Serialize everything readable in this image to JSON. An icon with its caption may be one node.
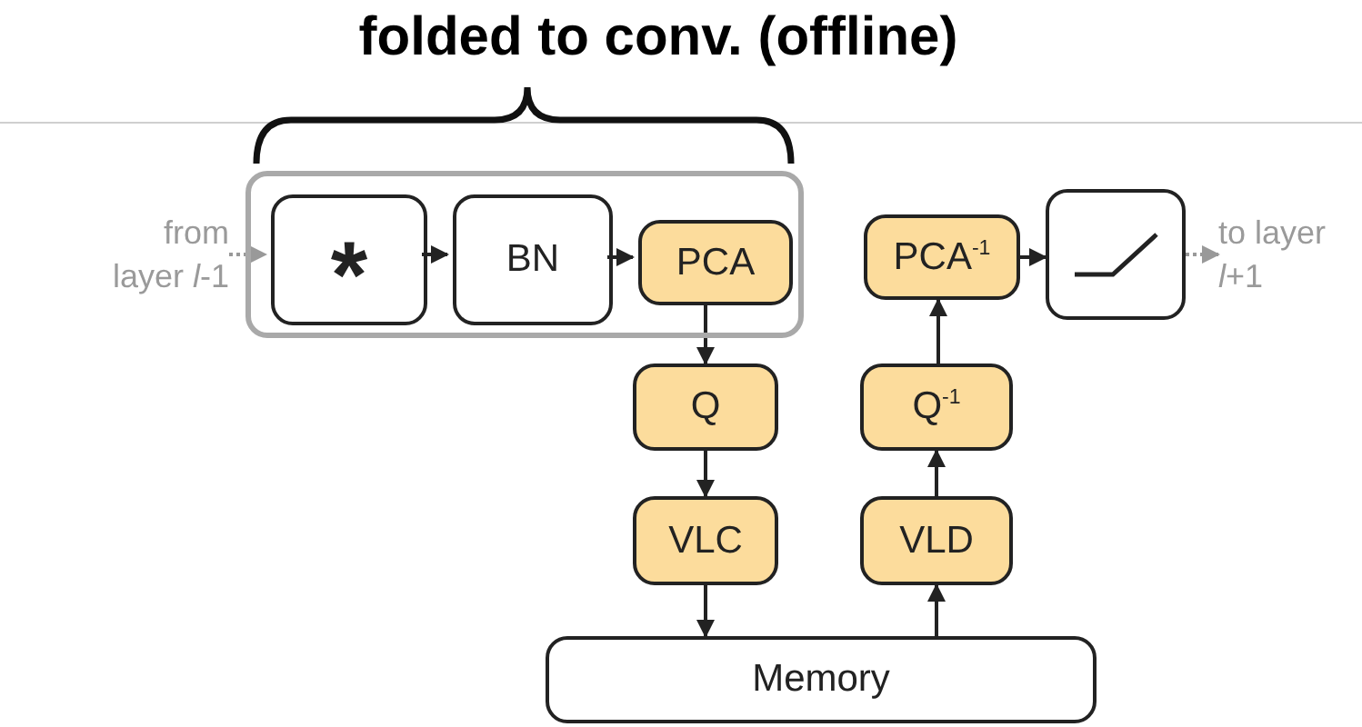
{
  "diagram": {
    "nodes": [
      {
        "text": [
          "folded to conv. (offline)"
        ]
      },
      {
        "text": [
          "*"
        ],
        "in": 0
      },
      {
        "text": [
          "BN"
        ],
        "in": 0
      },
      {
        "text": [
          "PCA"
        ],
        "in": 0
      },
      {
        "text": [
          "PCA$^{-1}$"
        ]
      },
      {
        "text": [],
        "shape": "box"
      },
      {
        "text": [
          "Q"
        ]
      },
      {
        "text": [
          "Q$^{-1}$"
        ]
      },
      {
        "text": [
          "VLC"
        ]
      },
      {
        "text": [
          "VLD"
        ]
      },
      {
        "text": [
          "Memory"
        ]
      },
      {
        "text": [
          "from layer *l*-1"
        ]
      },
      {
        "text": [
          "to layer *l*+1"
        ]
      }
    ],
    "edges": [
      {
        "from": 11,
        "to": 1,
        "arrow": "to",
        "style": "dashed",
        "color": "#999999"
      },
      {
        "from": 1,
        "to": 2,
        "arrow": "to"
      },
      {
        "from": 2,
        "to": 3,
        "arrow": "to"
      },
      {
        "from": 3,
        "to": 6,
        "arrow": "to"
      },
      {
        "from": 6,
        "to": 8,
        "arrow": "to"
      },
      {
        "from": 8,
        "to": 10,
        "arrow": "to"
      },
      {
        "from": 10,
        "to": 9,
        "arrow": "to"
      },
      {
        "from": 9,
        "to": 7,
        "arrow": "to"
      },
      {
        "from": 7,
        "to": 4,
        "arrow": "to"
      },
      {
        "from": 4,
        "to": 5,
        "arrow": "to"
      },
      {
        "from": 5,
        "to": 12,
        "arrow": "to",
        "style": "dashed",
        "color": "#999999"
      }
    ]
  }
}
